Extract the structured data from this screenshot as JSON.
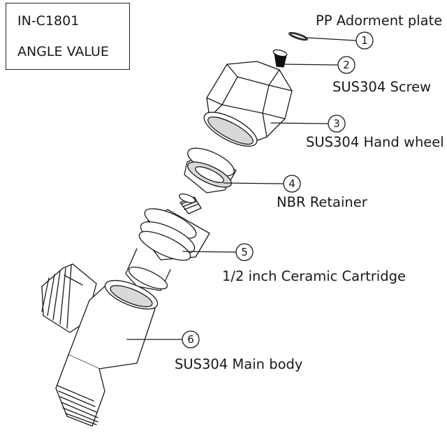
{
  "title_box": {
    "line1": "IN-C1801",
    "line2": "ANGLE VALUE"
  },
  "parts": [
    {
      "number": "1",
      "label": "PP Adorment plate"
    },
    {
      "number": "2",
      "label": "SUS304 Screw"
    },
    {
      "number": "3",
      "label": "SUS304 Hand wheel"
    },
    {
      "number": "4",
      "label": "NBR Retainer"
    },
    {
      "number": "5",
      "label": "1/2 inch Ceramic Cartridge"
    },
    {
      "number": "6",
      "label": "SUS304 Main body"
    }
  ],
  "colors": {
    "line": "#1a1a1a",
    "fill": "#ffffff",
    "shade": "#d8d8d8",
    "dark": "#111111"
  }
}
